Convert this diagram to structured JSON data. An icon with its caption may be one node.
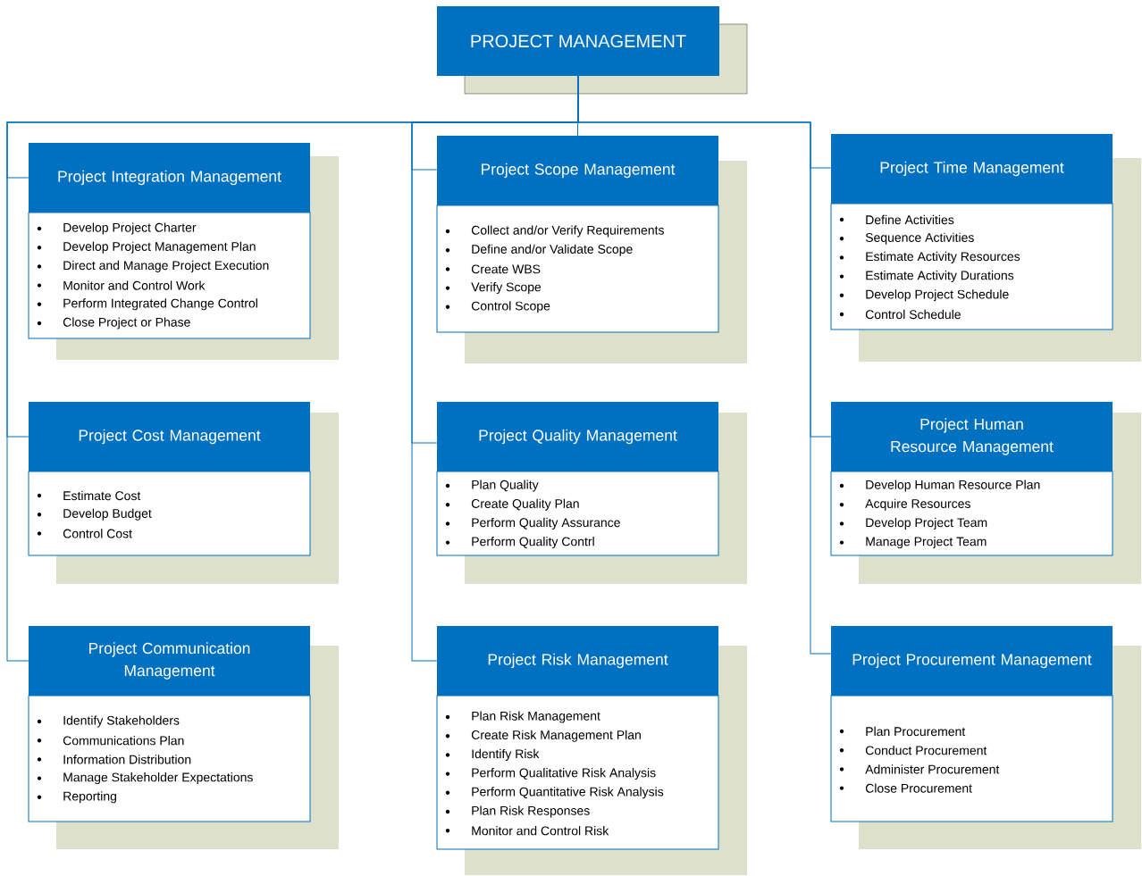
{
  "diagram": {
    "nodes": [
      {
        "text": [
          "PROJECT MANAGEMENT"
        ]
      },
      {
        "text": [
          "Project Integration Management",
          "Develop Project Charter",
          "Develop Project Management Plan",
          "Direct and Manage Project Execution",
          "Monitor and Control Work",
          "Perform Integrated Change Control",
          "Close Project or Phase"
        ]
      },
      {
        "text": [
          "Project Scope Management",
          "Collect and/or Verify Requirements",
          "Define and/or Validate Scope",
          "Create WBS",
          "Verify Scope",
          "Control Scope"
        ]
      },
      {
        "text": [
          "Project Time Management",
          "Define Activities",
          "Sequence Activities",
          "Estimate Activity Resources",
          "Estimate Activity Durations",
          "Develop Project Schedule",
          "Control Schedule"
        ]
      },
      {
        "text": [
          "Project Cost Management",
          "Estimate Cost",
          "Develop Budget",
          "Control Cost"
        ]
      },
      {
        "text": [
          "Project Quality Management",
          "Plan Quality",
          "Create Quality Plan",
          "Perform Quality Assurance",
          "Perform Quality Contrl"
        ]
      },
      {
        "text": [
          "Project Human Resource Management",
          "Develop Human Resource Plan",
          "Acquire Resources",
          "Develop Project Team",
          "Manage Project Team"
        ]
      },
      {
        "text": [
          "Project Communication Management",
          "Identify Stakeholders",
          "Communications Plan",
          "Information Distribution",
          "Manage Stakeholder Expectations",
          "Reporting"
        ]
      },
      {
        "text": [
          "Project Risk Management",
          "Plan Risk Management",
          "Create Risk Management Plan",
          "Identify Risk",
          "Perform Qualitative Risk Analysis",
          "Perform Quantitative Risk Analysis",
          "Plan Risk Responses",
          "Monitor and Control Risk"
        ]
      },
      {
        "text": [
          "Project Procurement Management",
          "Plan Procurement",
          "Conduct Procurement",
          "Administer Procurement",
          "Close Procurement"
        ]
      }
    ],
    "edges": [
      {
        "from": 0,
        "to": 1,
        "arrow": "none"
      },
      {
        "from": 0,
        "to": 2,
        "arrow": "none"
      },
      {
        "from": 0,
        "to": 3,
        "arrow": "none"
      },
      {
        "from": 0,
        "to": 4,
        "arrow": "none"
      },
      {
        "from": 0,
        "to": 5,
        "arrow": "none"
      },
      {
        "from": 0,
        "to": 6,
        "arrow": "none"
      },
      {
        "from": 0,
        "to": 7,
        "arrow": "none"
      },
      {
        "from": 0,
        "to": 8,
        "arrow": "none"
      },
      {
        "from": 0,
        "to": 9,
        "arrow": "none"
      },
      {
        "from": 0,
        "to": 2,
        "arrow": "none"
      }
    ]
  }
}
